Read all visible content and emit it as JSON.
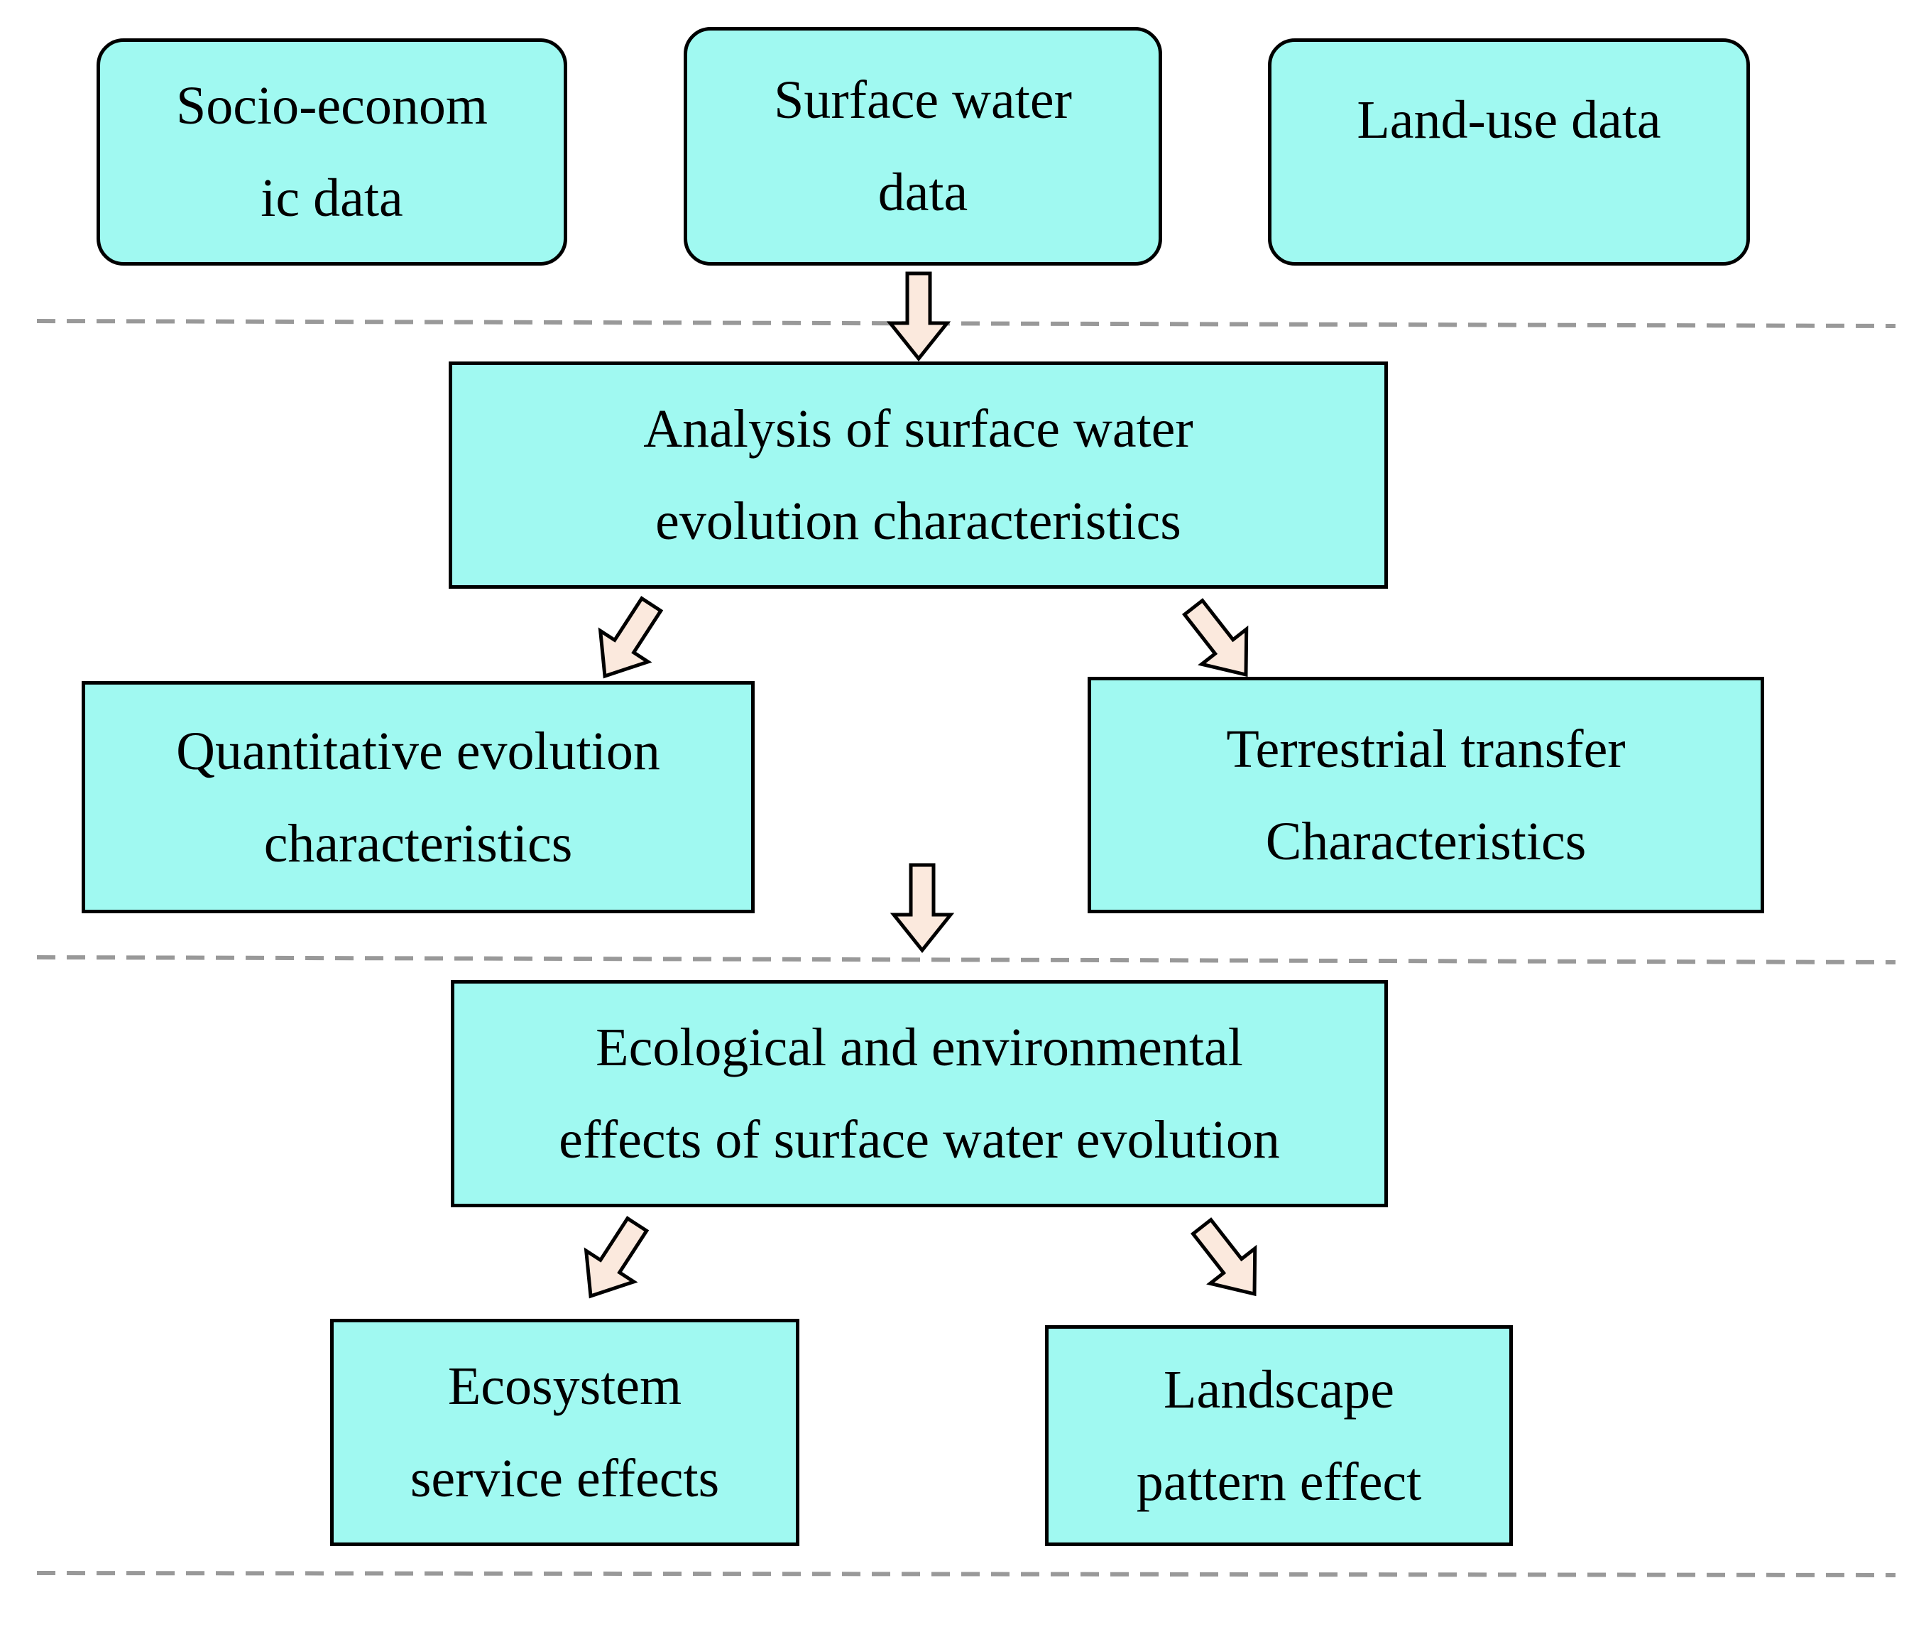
{
  "colors": {
    "box_fill": "#a0f9f1",
    "box_border": "#000000",
    "arrow_fill": "#fbe9dd",
    "separator": "#999999"
  },
  "inputs": {
    "socio_economic": "Socio-econom\nic data",
    "surface_water": "Surface water\ndata",
    "land_use": "Land-use data"
  },
  "analysis": {
    "title": "Analysis of surface water\nevolution characteristics",
    "quantitative": "Quantitative evolution\ncharacteristics",
    "terrestrial": "Terrestrial transfer\nCharacteristics"
  },
  "effects": {
    "title": "Ecological and environmental\neffects of surface water evolution",
    "ecosystem": "Ecosystem\nservice effects",
    "landscape": "Landscape\npattern effect"
  }
}
